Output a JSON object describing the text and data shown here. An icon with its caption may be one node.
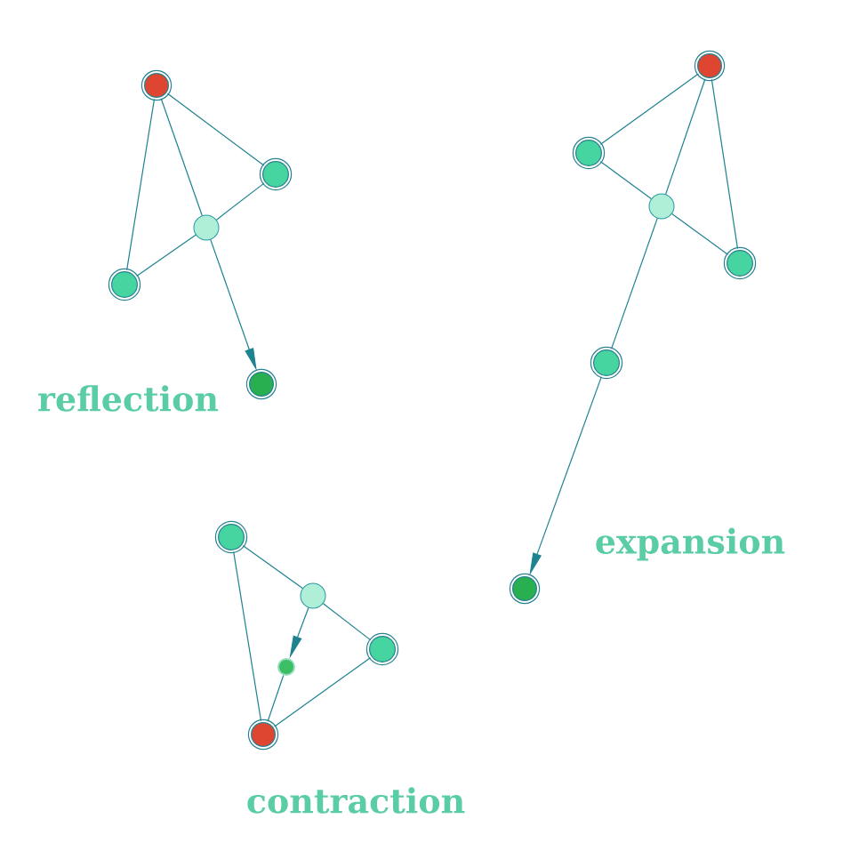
{
  "diagram": {
    "nodes": [
      {
        "text": [],
        "shape": "circle"
      },
      {
        "text": [],
        "shape": "circle"
      },
      {
        "text": [],
        "shape": "circle"
      },
      {
        "text": [],
        "shape": "circle"
      },
      {
        "text": [],
        "shape": "circle"
      },
      {
        "text": [],
        "shape": "circle"
      },
      {
        "text": [],
        "shape": "circle"
      },
      {
        "text": [],
        "shape": "circle"
      },
      {
        "text": [],
        "shape": "circle"
      },
      {
        "text": [],
        "shape": "circle"
      },
      {
        "text": [],
        "shape": "circle"
      },
      {
        "text": [],
        "shape": "circle"
      },
      {
        "text": [],
        "shape": "circle"
      },
      {
        "text": [],
        "shape": "circle"
      },
      {
        "text": [],
        "shape": "circle"
      },
      {
        "text": [],
        "shape": "circle"
      }
    ],
    "edges": [
      {
        "from": 0,
        "to": 1,
        "arrow": "none"
      },
      {
        "from": 0,
        "to": 2,
        "arrow": "none"
      },
      {
        "from": 2,
        "to": 3,
        "arrow": "none"
      },
      {
        "from": 3,
        "to": 1,
        "arrow": "none"
      },
      {
        "from": 0,
        "to": 3,
        "arrow": "none"
      },
      {
        "from": 3,
        "to": 4,
        "arrow": "to"
      },
      {
        "from": 5,
        "to": 6,
        "arrow": "none"
      },
      {
        "from": 5,
        "to": 8,
        "arrow": "none"
      },
      {
        "from": 6,
        "to": 7,
        "arrow": "none"
      },
      {
        "from": 7,
        "to": 8,
        "arrow": "none"
      },
      {
        "from": 5,
        "to": 7,
        "arrow": "none"
      },
      {
        "from": 7,
        "to": 9,
        "arrow": "none"
      },
      {
        "from": 9,
        "to": 10,
        "arrow": "to"
      },
      {
        "from": 11,
        "to": 12,
        "arrow": "none"
      },
      {
        "from": 12,
        "to": 13,
        "arrow": "none"
      },
      {
        "from": 11,
        "to": 15,
        "arrow": "none"
      },
      {
        "from": 13,
        "to": 15,
        "arrow": "none"
      },
      {
        "from": 15,
        "to": 14,
        "arrow": "none"
      },
      {
        "from": 12,
        "to": 14,
        "arrow": "to"
      }
    ],
    "labels": [
      "reflection",
      "expansion",
      "contraction"
    ]
  }
}
